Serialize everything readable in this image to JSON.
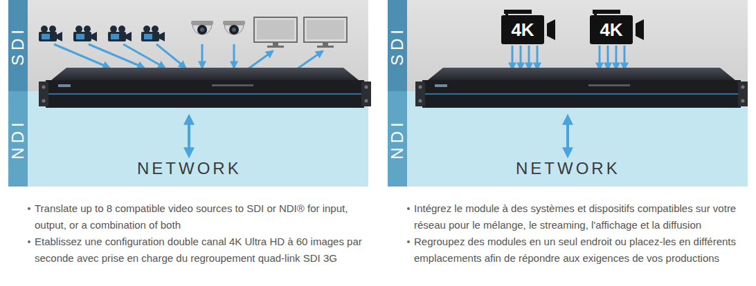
{
  "diagram": {
    "nodes": [
      {
        "text": [
          "SDI"
        ]
      },
      {
        "text": [
          "NDI"
        ]
      },
      {
        "text": [
          "SDI"
        ]
      },
      {
        "text": [
          "NDI"
        ]
      },
      {
        "text": [
          "4K"
        ],
        "in": 2
      },
      {
        "text": [
          "4K"
        ],
        "in": 2
      }
    ],
    "labels": [
      "NETWORK",
      "NETWORK",
      "Translate up to 8 compatible video sources to SDI or NDI® for input, output, or a combination of both",
      "Etablissez une configuration double canal 4K Ultra HD à 60 images par seconde avec prise en charge du regroupement quad-link SDI 3G",
      "Intégrez le module à des systèmes et dispositifs compatibles sur votre réseau pour le mélange, le streaming, l'affichage et la diffusion",
      "Regroupez des modules en un seul endroit ou placez-les en différents emplacements afin de répondre aux exigences de vos productions"
    ]
  }
}
